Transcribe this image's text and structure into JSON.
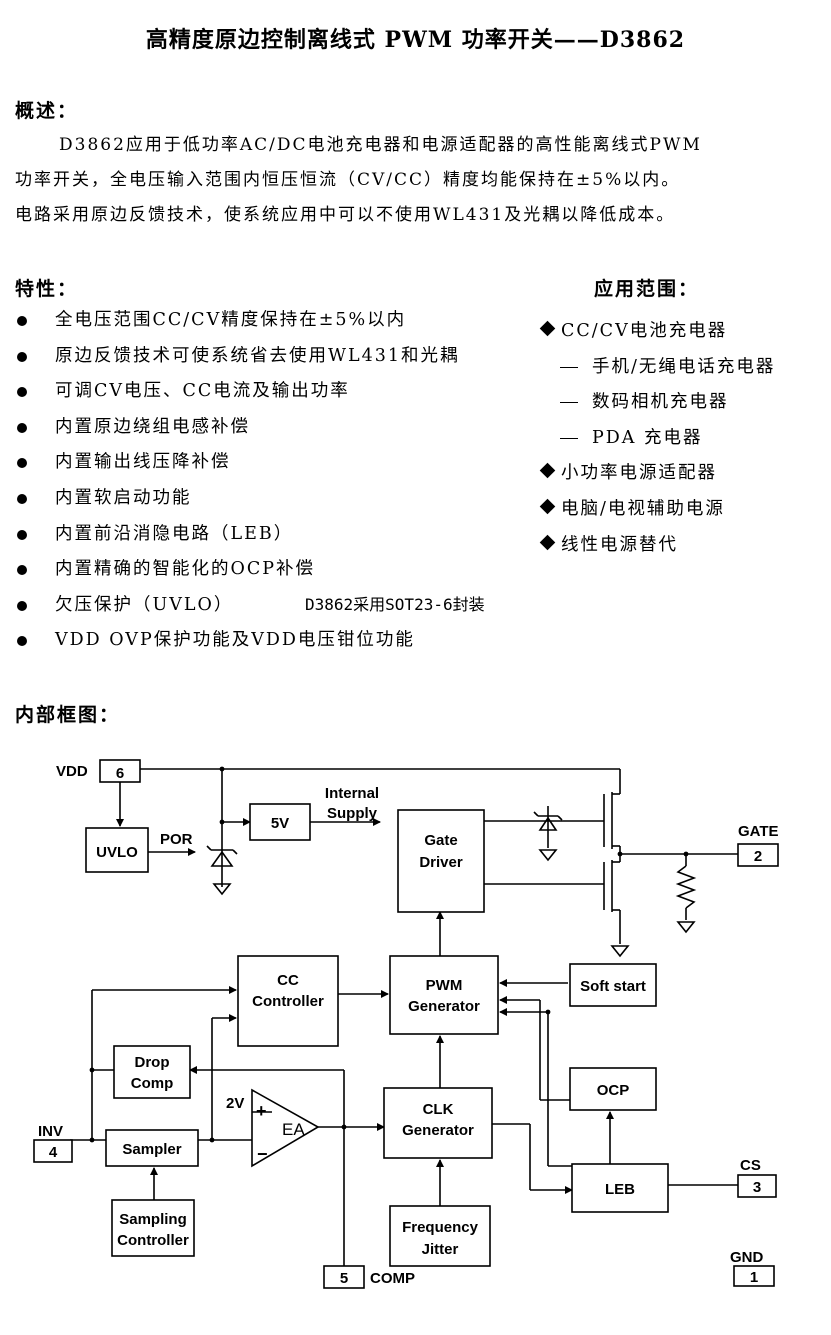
{
  "title": "高精度原边控制离线式 PWM 功率开关——D3862",
  "overview": {
    "heading": "概述：",
    "paragraph_line1": "D3862应用于低功率AC/DC电池充电器和电源适配器的高性能离线式PWM",
    "paragraph_line2": "功率开关，全电压输入范围内恒压恒流（CV/CC）精度均能保持在±5%以内。",
    "paragraph_line3": "电路采用原边反馈技术，使系统应用中可以不使用WL431及光耦以降低成本。"
  },
  "features": {
    "heading": "特性：",
    "items": [
      "全电压范围CC/CV精度保持在±5%以内",
      "原边反馈技术可使系统省去使用WL431和光耦",
      "可调CV电压、CC电流及输出功率",
      "内置原边绕组电感补偿",
      "内置输出线压降补偿",
      "内置软启动功能",
      "内置前沿消隐电路（LEB）",
      "内置精确的智能化的OCP补偿",
      "欠压保护（UVLO）",
      "VDD OVP保护功能及VDD电压钳位功能"
    ],
    "package_note": "D3862采用SOT23-6封装"
  },
  "applications": {
    "heading": "应用范围：",
    "items": [
      {
        "text": "CC/CV电池充电器",
        "level": "main"
      },
      {
        "text": "手机/无绳电话充电器",
        "level": "sub"
      },
      {
        "text": "数码相机充电器",
        "level": "sub"
      },
      {
        "text": "PDA 充电器",
        "level": "sub"
      },
      {
        "text": "小功率电源适配器",
        "level": "main"
      },
      {
        "text": "电脑/电视辅助电源",
        "level": "main"
      },
      {
        "text": "线性电源替代",
        "level": "main"
      }
    ]
  },
  "block_diagram": {
    "heading": "内部框图：",
    "pins": {
      "vdd_label": "VDD",
      "vdd_num": "6",
      "gate_label": "GATE",
      "gate_num": "2",
      "inv_label": "INV",
      "inv_num": "4",
      "cs_label": "CS",
      "cs_num": "3",
      "gnd_label": "GND",
      "gnd_num": "1",
      "comp_label": "COMP",
      "comp_num": "5"
    },
    "blocks": {
      "uvlo": "UVLO",
      "por": "POR",
      "v5": "5V",
      "internal_line1": "Internal",
      "internal_line2": "Supply",
      "gate_driver_line1": "Gate",
      "gate_driver_line2": "Driver",
      "cc_line1": "CC",
      "cc_line2": "Controller",
      "pwm_line1": "PWM",
      "pwm_line2": "Generator",
      "soft_start": "Soft start",
      "drop_line1": "Drop",
      "drop_line2": "Comp",
      "ocp": "OCP",
      "v2": "2V",
      "ea": "EA",
      "clk_line1": "CLK",
      "clk_line2": "Generator",
      "sampler": "Sampler",
      "leb": "LEB",
      "sampling_line1": "Sampling",
      "sampling_line2": "Controller",
      "freq_line1": "Frequency",
      "freq_line2": "Jitter"
    }
  }
}
